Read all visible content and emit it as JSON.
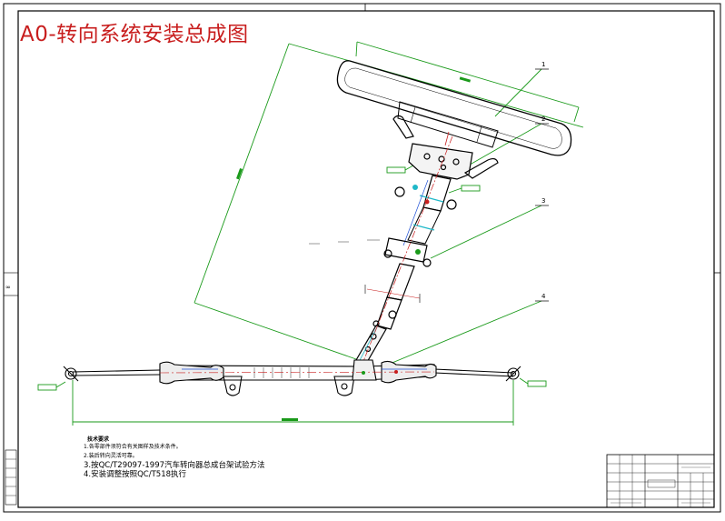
{
  "title": "A0-转向系统安装总成图",
  "balloons": [
    "1",
    "2",
    "3",
    "4"
  ],
  "notes": {
    "heading": "技术要求",
    "items": [
      "1.各零部件须符合有关图样及技术条件。",
      "2.装后转向灵活可靠。",
      "3.按QC/T29097-1997汽车转向器总成台架试验方法",
      "4.安装调整按照QC/T518执行"
    ]
  },
  "colors": {
    "title": "#c81e1e",
    "outline": "#000000",
    "dimension": "#1a9a1a",
    "centerline": "#c81e1e",
    "accent": "#1e4fd6",
    "cyan": "#1fb8c8"
  }
}
